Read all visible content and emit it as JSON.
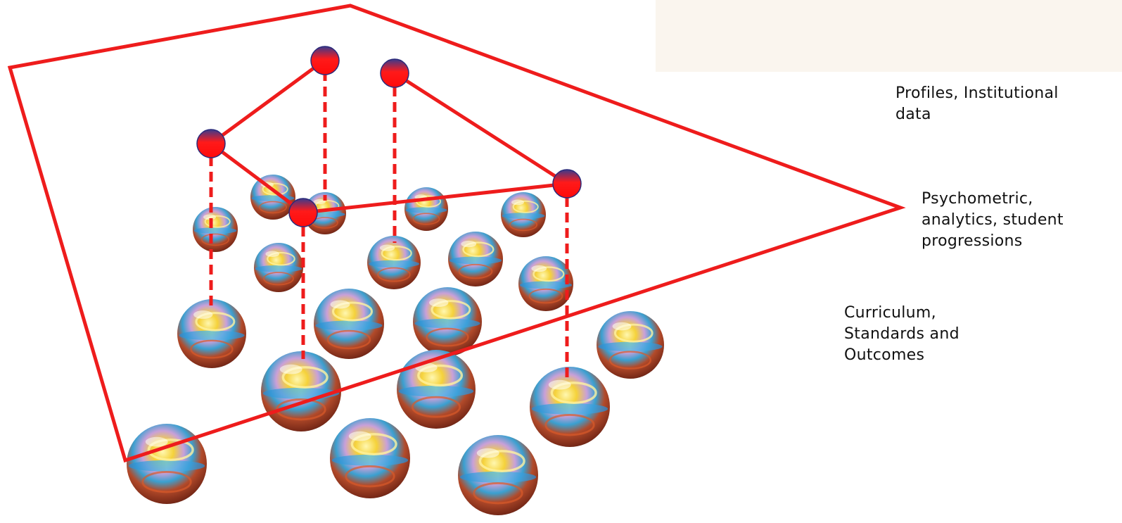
{
  "labels": {
    "profiles": "Profiles, Institutional\ndata",
    "psychometric": "Psychometric,\nanalytics, student\nprogressions",
    "curriculum": "Curriculum,\nStandards and\nOutcomes"
  },
  "colors": {
    "plane_outline": "#ee1c1c",
    "connector": "#ee1c1c",
    "node_top": "#3a3a8c",
    "node_bottom": "#ff1010",
    "top_box": "#faf5ee",
    "label_text": "#111111"
  },
  "icons": {
    "node": "red-blue-gradient-circle",
    "sphere": "glossy-marble-sphere"
  }
}
